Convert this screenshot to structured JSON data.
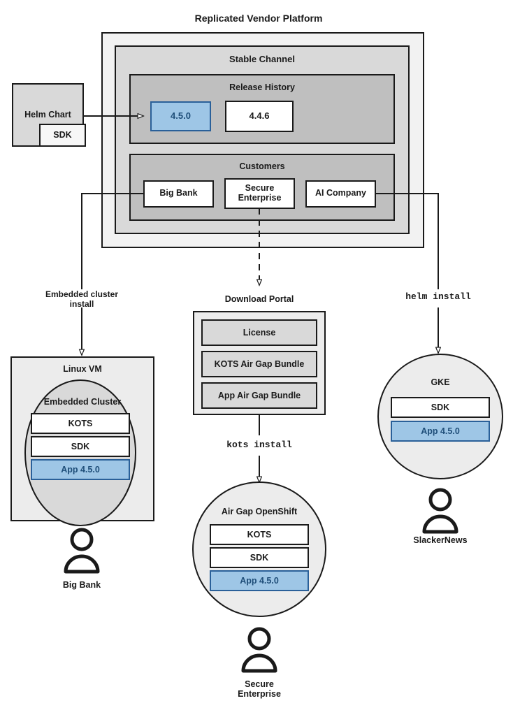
{
  "diagram": {
    "title": "Replicated Vendor Platform",
    "colors": {
      "platform_bg": "#f2f2f2",
      "channel_bg": "#d9d9d9",
      "section_bg": "#bfbfbf",
      "box_bg": "#d9d9d9",
      "white": "#ffffff",
      "accent_blue_fill": "#9ec6e6",
      "accent_blue_border": "#2a6099",
      "accent_blue_text": "#1f4e79",
      "stroke": "#1a1a1a",
      "vm_bg": "#ececec",
      "cluster_bg": "#d9d9d9",
      "node_bg": "#eeeeee"
    },
    "source": {
      "helm_chart_label": "Helm Chart",
      "sdk_label": "SDK"
    },
    "platform": {
      "channel_label": "Stable Channel",
      "release_history": {
        "label": "Release History",
        "releases": [
          {
            "version": "4.5.0",
            "highlighted": true
          },
          {
            "version": "4.4.6",
            "highlighted": false
          }
        ]
      },
      "customers": {
        "label": "Customers",
        "items": [
          {
            "name": "Big Bank"
          },
          {
            "name": "Secure\nEnterprise"
          },
          {
            "name": "AI Company"
          }
        ]
      }
    },
    "edges": {
      "embedded_cluster_install": "Embedded cluster\ninstall",
      "kots_install": "kots install",
      "helm_install": "helm install"
    },
    "download_portal": {
      "label": "Download Portal",
      "artifacts": [
        "License",
        "KOTS Air Gap Bundle",
        "App Air Gap Bundle"
      ]
    },
    "targets": [
      {
        "id": "linux-vm",
        "label": "Linux VM",
        "inner_label": "Embedded Cluster",
        "components": [
          {
            "name": "KOTS",
            "highlighted": false
          },
          {
            "name": "SDK",
            "highlighted": false
          },
          {
            "name": "App 4.5.0",
            "highlighted": true
          }
        ],
        "actor": "Big Bank"
      },
      {
        "id": "air-gap-openshift",
        "label": "Air Gap OpenShift",
        "components": [
          {
            "name": "KOTS",
            "highlighted": false
          },
          {
            "name": "SDK",
            "highlighted": false
          },
          {
            "name": "App 4.5.0",
            "highlighted": true
          }
        ],
        "actor": "Secure\nEnterprise"
      },
      {
        "id": "gke",
        "label": "GKE",
        "components": [
          {
            "name": "SDK",
            "highlighted": false
          },
          {
            "name": "App 4.5.0",
            "highlighted": true
          }
        ],
        "actor": "SlackerNews"
      }
    ]
  }
}
